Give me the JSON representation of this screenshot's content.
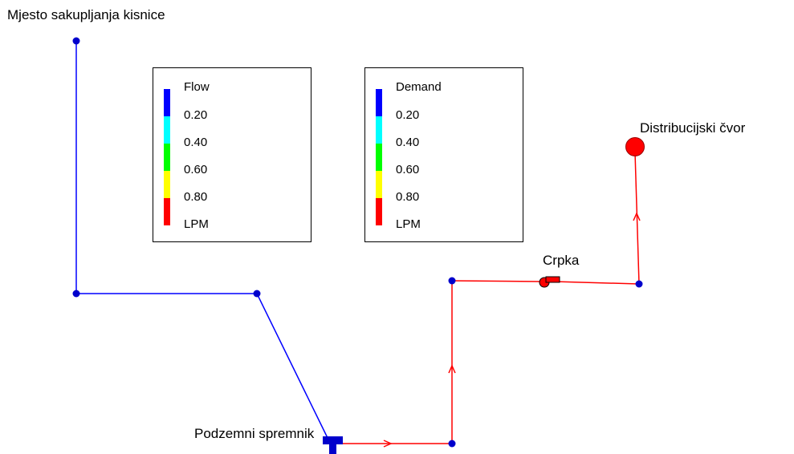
{
  "labels": {
    "collection_point": "Mjesto sakupljanja kisnice",
    "distribution_node": "Distribucijski čvor",
    "pump": "Crpka",
    "underground_tank": "Podzemni spremnik"
  },
  "legends": [
    {
      "title": "Flow",
      "steps": [
        "0.20",
        "0.40",
        "0.60",
        "0.80"
      ],
      "unit": "LPM",
      "colors": [
        "#0000ff",
        "#00ffff",
        "#00ff00",
        "#ffff00",
        "#ff0000"
      ]
    },
    {
      "title": "Demand",
      "steps": [
        "0.20",
        "0.40",
        "0.60",
        "0.80"
      ],
      "unit": "LPM",
      "colors": [
        "#0000ff",
        "#00ffff",
        "#00ff00",
        "#ffff00",
        "#ff0000"
      ]
    }
  ],
  "colors": {
    "low_flow_link": "#0000ff",
    "high_flow_link": "#ff0000",
    "junction": "#0000cc",
    "high_demand_node": "#ff0000"
  }
}
